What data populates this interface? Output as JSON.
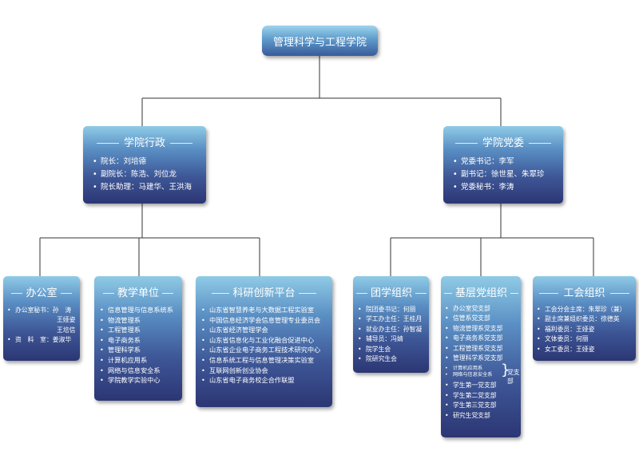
{
  "root": {
    "title": "管理科学与工程学院"
  },
  "admin": {
    "title": "学院行政",
    "items": [
      "院长：刘培德",
      "副院长：陈浩、刘位龙",
      "院长助理：马建华、王洪海"
    ]
  },
  "party": {
    "title": "学院党委",
    "items": [
      "党委书记：李军",
      "副书记：徐世星、朱翠珍",
      "党委秘书：李涛"
    ]
  },
  "office": {
    "title": "办公室",
    "secretary_label": "办公室秘书：",
    "secretaries": [
      "孙　涛",
      "王娅姿",
      "王培信"
    ],
    "archive_label": "资　料　室：",
    "archive": "姜淑华"
  },
  "teaching": {
    "title": "教学单位",
    "items": [
      "信息管理与信息系统系",
      "物流管理系",
      "工程管理系",
      "电子商务系",
      "管理科学系",
      "计算机应用系",
      "网络与信息安全系",
      "学院教学实验中心"
    ]
  },
  "research": {
    "title": "科研创新平台",
    "items": [
      "山东省智慧养老与大数据工程实验室",
      "中国信息经济学会信息管理专业委员会",
      "山东省经济管理学会",
      "山东省信息化与工业化融合促进中心",
      "山东省企业电子商务工程技术研究中心",
      "信息系统工程与信息管理决策实验室",
      "互联网创新创业协会",
      "山东省电子商务校企合作联盟"
    ]
  },
  "youth": {
    "title": "团学组织",
    "items": [
      "院团委书记：何丽",
      "学工办主任：王桂月",
      "就业办主任：孙智凝",
      "辅导员：冯婧",
      "院学生会",
      "院研究生会"
    ]
  },
  "grassroots": {
    "title": "基层党组织",
    "items_top": [
      "办公室党支部",
      "信管系党支部",
      "物流管理系党支部",
      "电子商务系党支部",
      "工程管理系党支部",
      "管理科学系党支部"
    ],
    "joint": [
      "计算机应用系",
      "网络与信息安全系"
    ],
    "joint_label": "党支部",
    "items_bottom": [
      "学生第一党支部",
      "学生第二党支部",
      "学生第三党支部",
      "研究生党支部"
    ]
  },
  "union": {
    "title": "工会组织",
    "items": [
      "工会分会主席：朱翠珍（兼）",
      "副主席兼组织委员：徐德英",
      "福利委员：王娅姿",
      "文体委员：何丽",
      "女工委员：王娅姿"
    ]
  }
}
